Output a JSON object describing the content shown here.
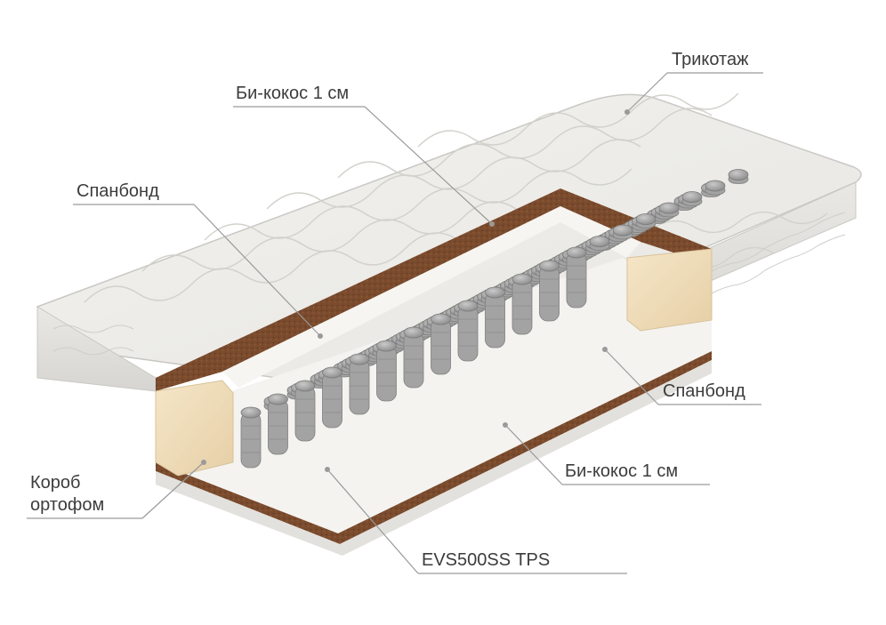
{
  "diagram": {
    "labels": {
      "knit": "Трикотаж",
      "bicoco_top": "Би-кокос 1 см",
      "spunbond_top": "Спанбонд",
      "spunbond_bottom": "Спанбонд",
      "bicoco_bottom": "Би-кокос 1 см",
      "box_line1": "Короб",
      "box_line2": "ортофом",
      "springs": "EVS500SS TPS"
    },
    "colors": {
      "quilt": "#efeeea",
      "side": "#e4e3df",
      "coconut": "#7a4a2c",
      "foam": "#f0dfbf",
      "spring": "#9e9e9e",
      "leader": "#9a9a9a",
      "text": "#3c3c3c"
    }
  }
}
